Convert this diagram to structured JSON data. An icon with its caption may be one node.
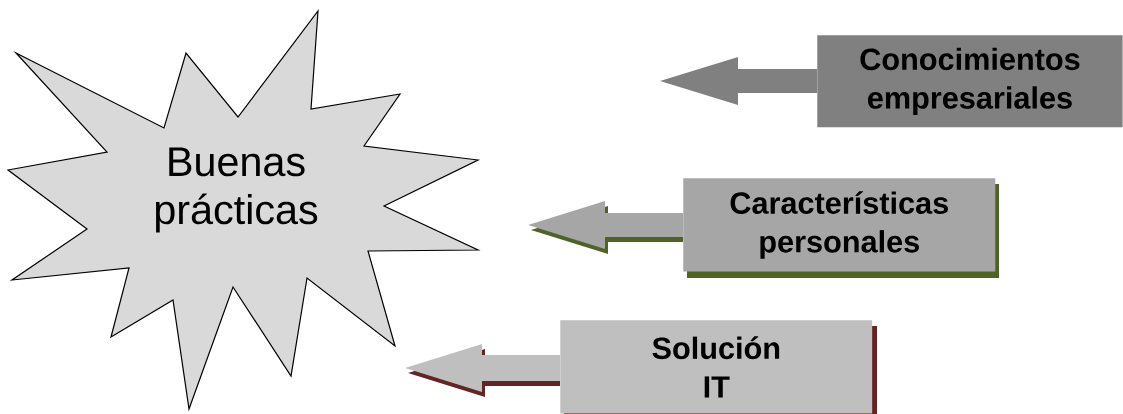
{
  "diagram": {
    "nodes": [
      {
        "text": [
          "Buenas prácticas"
        ]
      },
      {
        "text": [
          "Conocimientos empresariales"
        ]
      },
      {
        "text": [
          "Características personales"
        ]
      },
      {
        "text": [
          "Solución IT"
        ]
      }
    ],
    "edges": [
      {
        "from": 1,
        "to": null,
        "arrow": "to",
        "color": "#808080"
      },
      {
        "from": 2,
        "to": null,
        "arrow": "to",
        "color": "#a6a6a6"
      },
      {
        "from": 3,
        "to": null,
        "arrow": "to",
        "color": "#bfbfbf"
      }
    ]
  }
}
